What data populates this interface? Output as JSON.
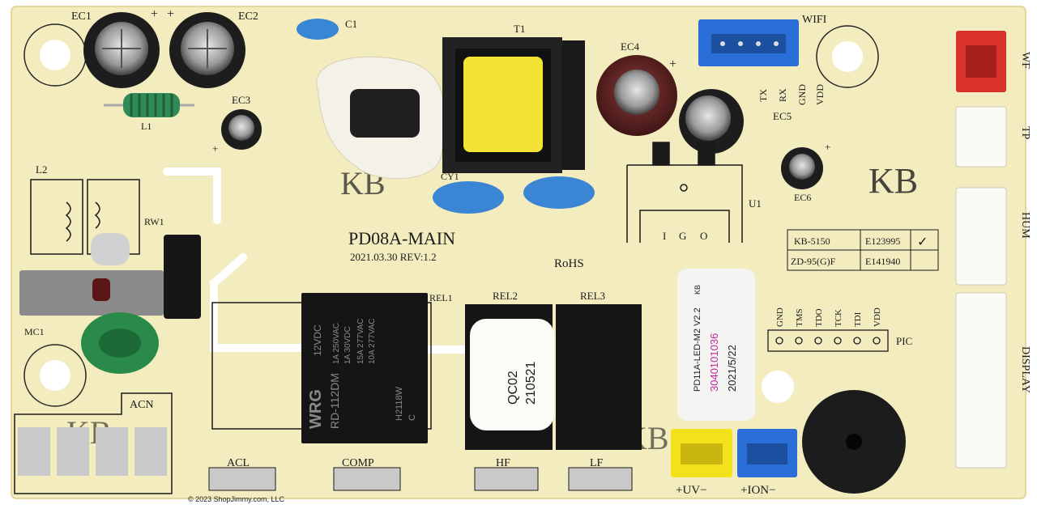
{
  "board": {
    "model": "PD08A-MAIN",
    "date_rev": "2021.03.30  REV:1.2",
    "rohs": "RoHS",
    "watermarks": [
      "KB",
      "KB",
      "KB",
      "KB"
    ],
    "colors": {
      "pcb": "#f3ecbf",
      "pcb_edge": "#ece2a8",
      "silk": "#1a1a1a",
      "connector_blue": "#2a6fd8",
      "connector_red": "#d8322a",
      "connector_yellow": "#f3e11c",
      "cap_blue": "#3a86d4",
      "choke_green": "#2a8a4a"
    }
  },
  "silkscreen": {
    "ec1": "EC1",
    "ec2": "EC2",
    "ec3": "EC3",
    "ec4": "EC4",
    "ec5": "EC5",
    "ec6": "EC6",
    "c1": "C1",
    "cy1": "CY1",
    "t1": "T1",
    "l1": "L1",
    "l2": "L2",
    "rw1": "RW1",
    "mc1": "MC1",
    "u1": "U1",
    "wifi": "WIFI",
    "wifi_pins": [
      "TX",
      "RX",
      "GND",
      "VDD"
    ],
    "wf": "WF",
    "tp": "TP",
    "hum": "HUM",
    "display": "DISPLAY",
    "rel1": "REL1",
    "rel2": "REL2",
    "rel3": "REL3",
    "acn": "ACN",
    "acl": "ACL",
    "comp": "COMP",
    "hf": "HF",
    "lf": "LF",
    "uv": "+UV−",
    "ion": "+ION−",
    "pic": "PIC",
    "pic_pins": [
      "GND",
      "TMS",
      "TDO",
      "TCK",
      "TDI",
      "VDD"
    ],
    "plus": "+",
    "regulator_pins": [
      "I",
      "G",
      "O"
    ],
    "cert_table": [
      [
        "KB-5150",
        "E123995",
        "✓"
      ],
      [
        "ZD-95(G)F",
        "E141940",
        ""
      ]
    ]
  },
  "relay": {
    "brand": "WRG",
    "voltage": "12VDC",
    "model": "RD-112DM",
    "specs": [
      "1A 250VAC",
      "1A 30VDC",
      "15A 277VAC",
      "10A 277VAC"
    ],
    "code": "H2118W",
    "mark": "C"
  },
  "qc_sticker": {
    "line1": "QC02",
    "line2": "210521"
  },
  "id_sticker": {
    "line1": "PD11A-LED-M2 V2.2",
    "line2": "3040101036",
    "line3": "2021/5/22",
    "stamp": "KB"
  },
  "copyright": "© 2023 ShopJimmy.com, LLC"
}
